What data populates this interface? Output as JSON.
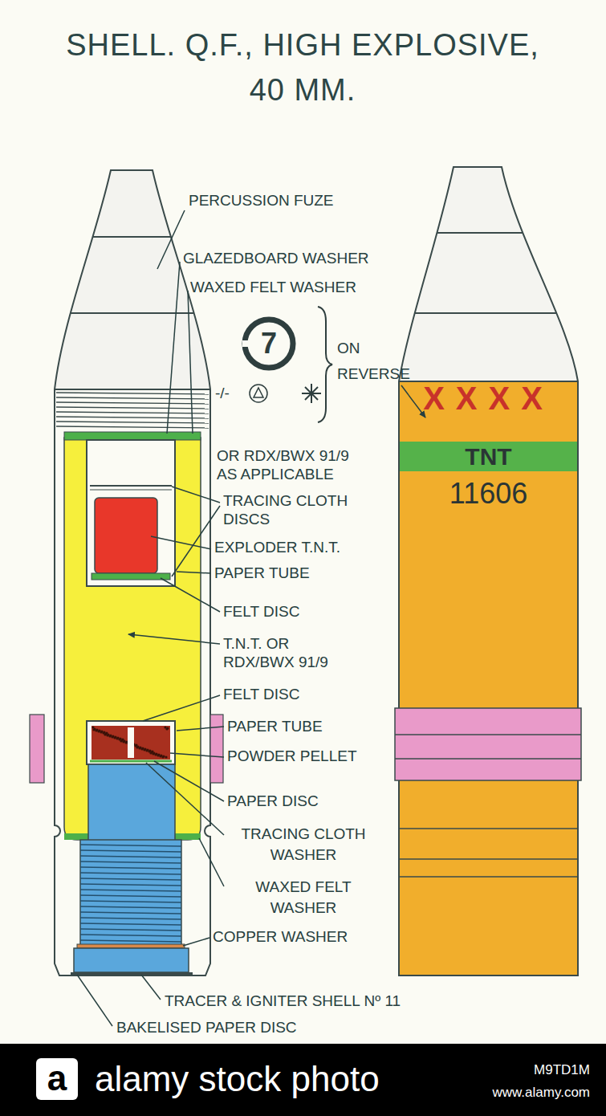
{
  "diagram": {
    "title": "SHELL. Q.F., HIGH EXPLOSIVE, 40 MM.",
    "labels": [
      "PERCUSSION FUZE",
      "GLAZEDBOARD WASHER",
      "WAXED FELT WASHER",
      "7",
      "-/-",
      "ON REVERSE",
      "OR RDX/BWX 91/9 AS APPLICABLE",
      "TRACING CLOTH DISCS",
      "EXPLODER T.N.T.",
      "PAPER TUBE",
      "FELT DISC",
      "T.N.T. OR RDX/BWX 91/9",
      "FELT DISC",
      "PAPER TUBE",
      "POWDER PELLET",
      "PAPER DISC",
      "TRACING CLOTH WASHER",
      "WAXED FELT WASHER",
      "COPPER WASHER",
      "TRACER & IGNITER SHELL Nº 11",
      "BAKELISED PAPER DISC",
      "XXXX",
      "TNT",
      "11606",
      "a",
      "alamy stock photo",
      "M9TD1M",
      "www.alamy.com"
    ]
  }
}
